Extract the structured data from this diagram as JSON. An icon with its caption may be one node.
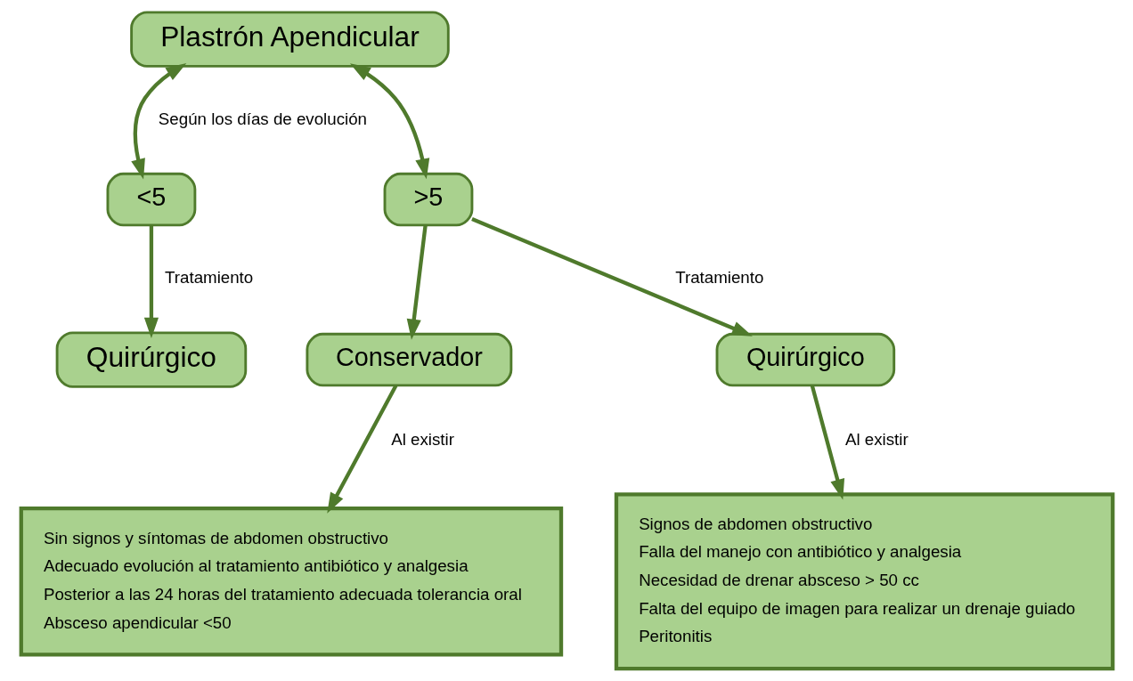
{
  "diagram": {
    "nodes": [
      {
        "text": [
          "Plastrón Apendicular"
        ]
      },
      {
        "text": [
          "<5"
        ]
      },
      {
        "text": [
          ">5"
        ]
      },
      {
        "text": [
          "Quirúrgico"
        ]
      },
      {
        "text": [
          "Conservador"
        ]
      },
      {
        "text": [
          "Quirúrgico"
        ]
      },
      {
        "text": [
          "Sin signos y síntomas de abdomen obstructivo",
          "Adecuado evolución al tratamiento antibiótico y analgesia",
          "Posterior a las 24 horas del tratamiento adecuada tolerancia oral",
          "Absceso apendicular <50"
        ]
      },
      {
        "text": [
          "Signos de abdomen obstructivo",
          "Falla del manejo con antibiótico y analgesia",
          "Necesidad de drenar absceso > 50 cc",
          "Falta del equipo de imagen para realizar un drenaje guiado",
          "Peritonitis"
        ]
      }
    ],
    "edges": [
      {
        "from": 0,
        "to": 1,
        "arrow": "both",
        "label": "Según los días de evolución"
      },
      {
        "from": 0,
        "to": 2,
        "arrow": "both"
      },
      {
        "from": 1,
        "to": 3,
        "arrow": "to",
        "label": "Tratamiento"
      },
      {
        "from": 2,
        "to": 4,
        "arrow": "to"
      },
      {
        "from": 2,
        "to": 5,
        "arrow": "to",
        "label": "Tratamiento"
      },
      {
        "from": 4,
        "to": 6,
        "arrow": "to",
        "label": "Al existir"
      },
      {
        "from": 5,
        "to": 7,
        "arrow": "to",
        "label": "Al existir"
      }
    ]
  }
}
